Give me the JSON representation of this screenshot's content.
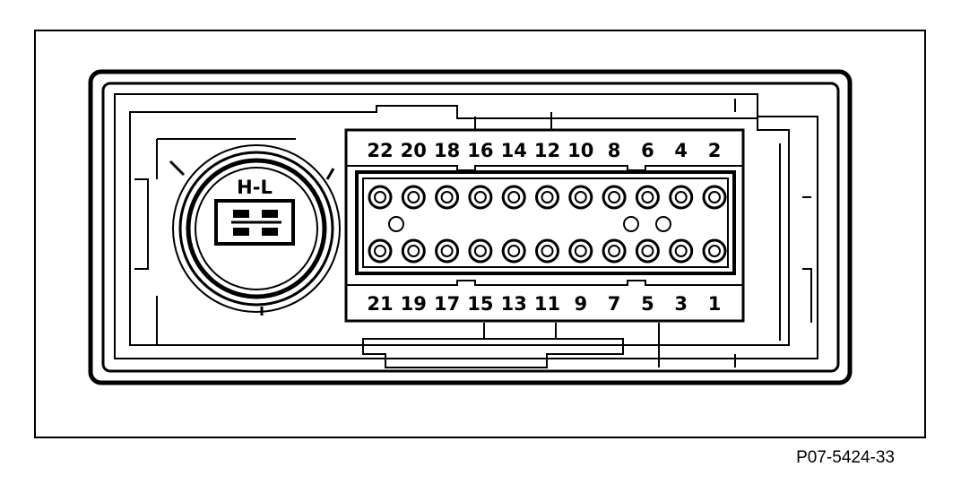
{
  "figure_ref": "P07-5424-33",
  "connector": {
    "label": "H-L",
    "top_row_numbers": [
      "22",
      "20",
      "18",
      "16",
      "14",
      "12",
      "10",
      "8",
      "6",
      "4",
      "2"
    ],
    "bottom_row_numbers": [
      "21",
      "19",
      "17",
      "15",
      "13",
      "11",
      "9",
      "7",
      "5",
      "3",
      "1"
    ],
    "top_row_pin_count": 11,
    "bottom_row_pin_count": 11,
    "coding_holes": 3
  }
}
